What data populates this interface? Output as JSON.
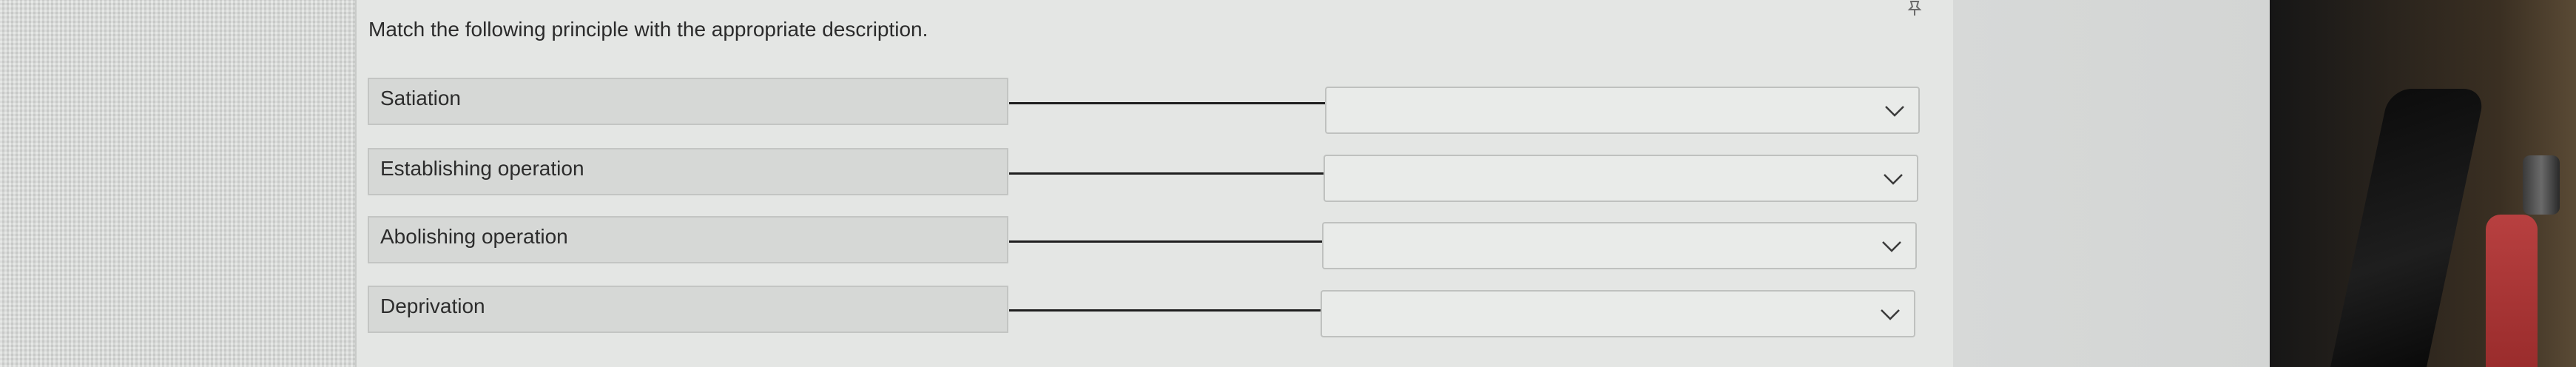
{
  "question": {
    "text": "Match the following principle with the appropriate description."
  },
  "pin_icon": "pin-icon",
  "items": [
    {
      "label": "Satiation",
      "selected": ""
    },
    {
      "label": "Establishing operation",
      "selected": ""
    },
    {
      "label": "Abolishing operation",
      "selected": ""
    },
    {
      "label": "Deprivation",
      "selected": ""
    }
  ],
  "colors": {
    "panel": "#e4e6e4",
    "term_box": "#d6d8d6",
    "connector": "#1f1f1f",
    "text": "#2c2c2c"
  }
}
